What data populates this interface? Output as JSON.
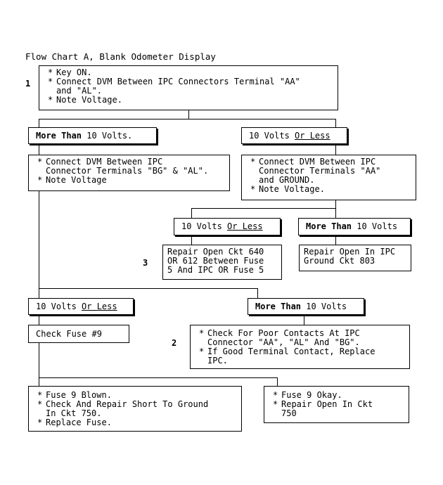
{
  "title": "Flow Chart A, Blank Odometer Display",
  "steps": {
    "s1": "1",
    "s2": "2",
    "s3": "3"
  },
  "box_start": {
    "items": [
      "Key ON.",
      "Connect DVM Between IPC Connectors Terminal \"AA\"\nand \"AL\".",
      "Note Voltage."
    ]
  },
  "hdr_more10_a": {
    "prefix": "More Than",
    "suffix": " 10 Volts."
  },
  "hdr_less10_a": {
    "prefix": "10 Volts ",
    "suffix": "Or Less"
  },
  "box_bg_al": {
    "items": [
      "Connect DVM Between IPC\nConnector Terminals \"BG\" & \"AL\".",
      "Note Voltage"
    ]
  },
  "box_aa_ground": {
    "items": [
      "Connect DVM Between IPC\nConnector Terminals \"AA\"\nand GROUND.",
      "Note Voltage."
    ]
  },
  "hdr_less10_b": {
    "prefix": "10 Volts ",
    "suffix": "Or Less"
  },
  "hdr_more10_b": {
    "prefix": "More Than",
    "suffix": " 10 Volts"
  },
  "box_ckt640": {
    "text": "Repair Open Ckt 640\nOR 612 Between Fuse\n5 And IPC OR Fuse 5"
  },
  "box_ckt803": {
    "text": "Repair Open In IPC\nGround Ckt 803"
  },
  "hdr_less10_c": {
    "prefix": "10 Volts ",
    "suffix": "Or Less"
  },
  "hdr_more10_c": {
    "prefix": "More Than",
    "suffix": " 10 Volts"
  },
  "box_fuse9": {
    "text": "Check Fuse #9"
  },
  "box_contacts": {
    "items": [
      "Check For Poor Contacts At IPC\nConnector \"AA\", \"AL\" And \"BG\".",
      "If Good Terminal Contact, Replace\nIPC."
    ]
  },
  "box_blown": {
    "items": [
      "Fuse 9 Blown.",
      "Check And Repair Short To Ground\nIn Ckt 750.",
      "Replace Fuse."
    ]
  },
  "box_okay": {
    "items": [
      "Fuse 9 Okay.",
      "Repair Open In Ckt\n750"
    ]
  }
}
